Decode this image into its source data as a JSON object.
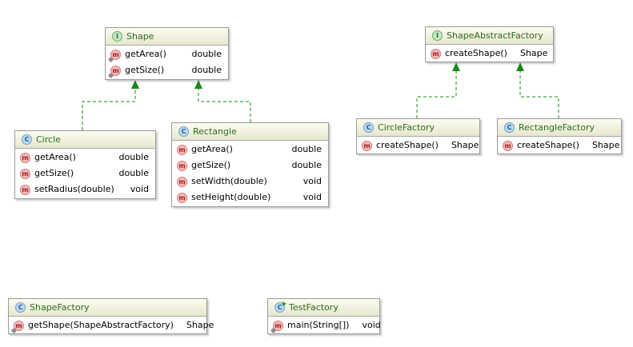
{
  "interfaces": {
    "shape": {
      "kind": "I",
      "name": "Shape",
      "methods": [
        {
          "icon": "m",
          "name": "getArea()",
          "type": "double"
        },
        {
          "icon": "m",
          "name": "getSize()",
          "type": "double"
        }
      ]
    },
    "shape_abstract_factory": {
      "kind": "I",
      "name": "ShapeAbstractFactory",
      "methods": [
        {
          "icon": "m",
          "name": "createShape()",
          "type": "Shape"
        }
      ]
    }
  },
  "classes": {
    "circle": {
      "kind": "C",
      "name": "Circle",
      "methods": [
        {
          "icon": "m",
          "name": "getArea()",
          "type": "double"
        },
        {
          "icon": "m",
          "name": "getSize()",
          "type": "double"
        },
        {
          "icon": "m",
          "name": "setRadius(double)",
          "type": "void"
        }
      ]
    },
    "rectangle": {
      "kind": "C",
      "name": "Rectangle",
      "methods": [
        {
          "icon": "m",
          "name": "getArea()",
          "type": "double"
        },
        {
          "icon": "m",
          "name": "getSize()",
          "type": "double"
        },
        {
          "icon": "m",
          "name": "setWidth(double)",
          "type": "void"
        },
        {
          "icon": "m",
          "name": "setHeight(double)",
          "type": "void"
        }
      ]
    },
    "circle_factory": {
      "kind": "C",
      "name": "CircleFactory",
      "methods": [
        {
          "icon": "m",
          "name": "createShape()",
          "type": "Shape"
        }
      ]
    },
    "rectangle_factory": {
      "kind": "C",
      "name": "RectangleFactory",
      "methods": [
        {
          "icon": "m",
          "name": "createShape()",
          "type": "Shape"
        }
      ]
    },
    "shape_factory": {
      "kind": "C",
      "name": "ShapeFactory",
      "methods": [
        {
          "icon": "m",
          "name": "getShape(ShapeAbstractFactory)",
          "type": "Shape"
        }
      ]
    },
    "test_factory": {
      "kind": "C",
      "name": "TestFactory",
      "methods": [
        {
          "icon": "m",
          "name": "main(String[])",
          "type": "void"
        }
      ]
    }
  },
  "relations": [
    {
      "from": "Circle",
      "to": "Shape",
      "kind": "realization"
    },
    {
      "from": "Rectangle",
      "to": "Shape",
      "kind": "realization"
    },
    {
      "from": "CircleFactory",
      "to": "ShapeAbstractFactory",
      "kind": "realization"
    },
    {
      "from": "RectangleFactory",
      "to": "ShapeAbstractFactory",
      "kind": "realization"
    }
  ],
  "colors": {
    "class_name": "#2d6d1e",
    "relation": "#178a17",
    "header_top": "#fdfdf0",
    "header_bottom": "#e6e6cf",
    "border": "#9a9a9a"
  }
}
